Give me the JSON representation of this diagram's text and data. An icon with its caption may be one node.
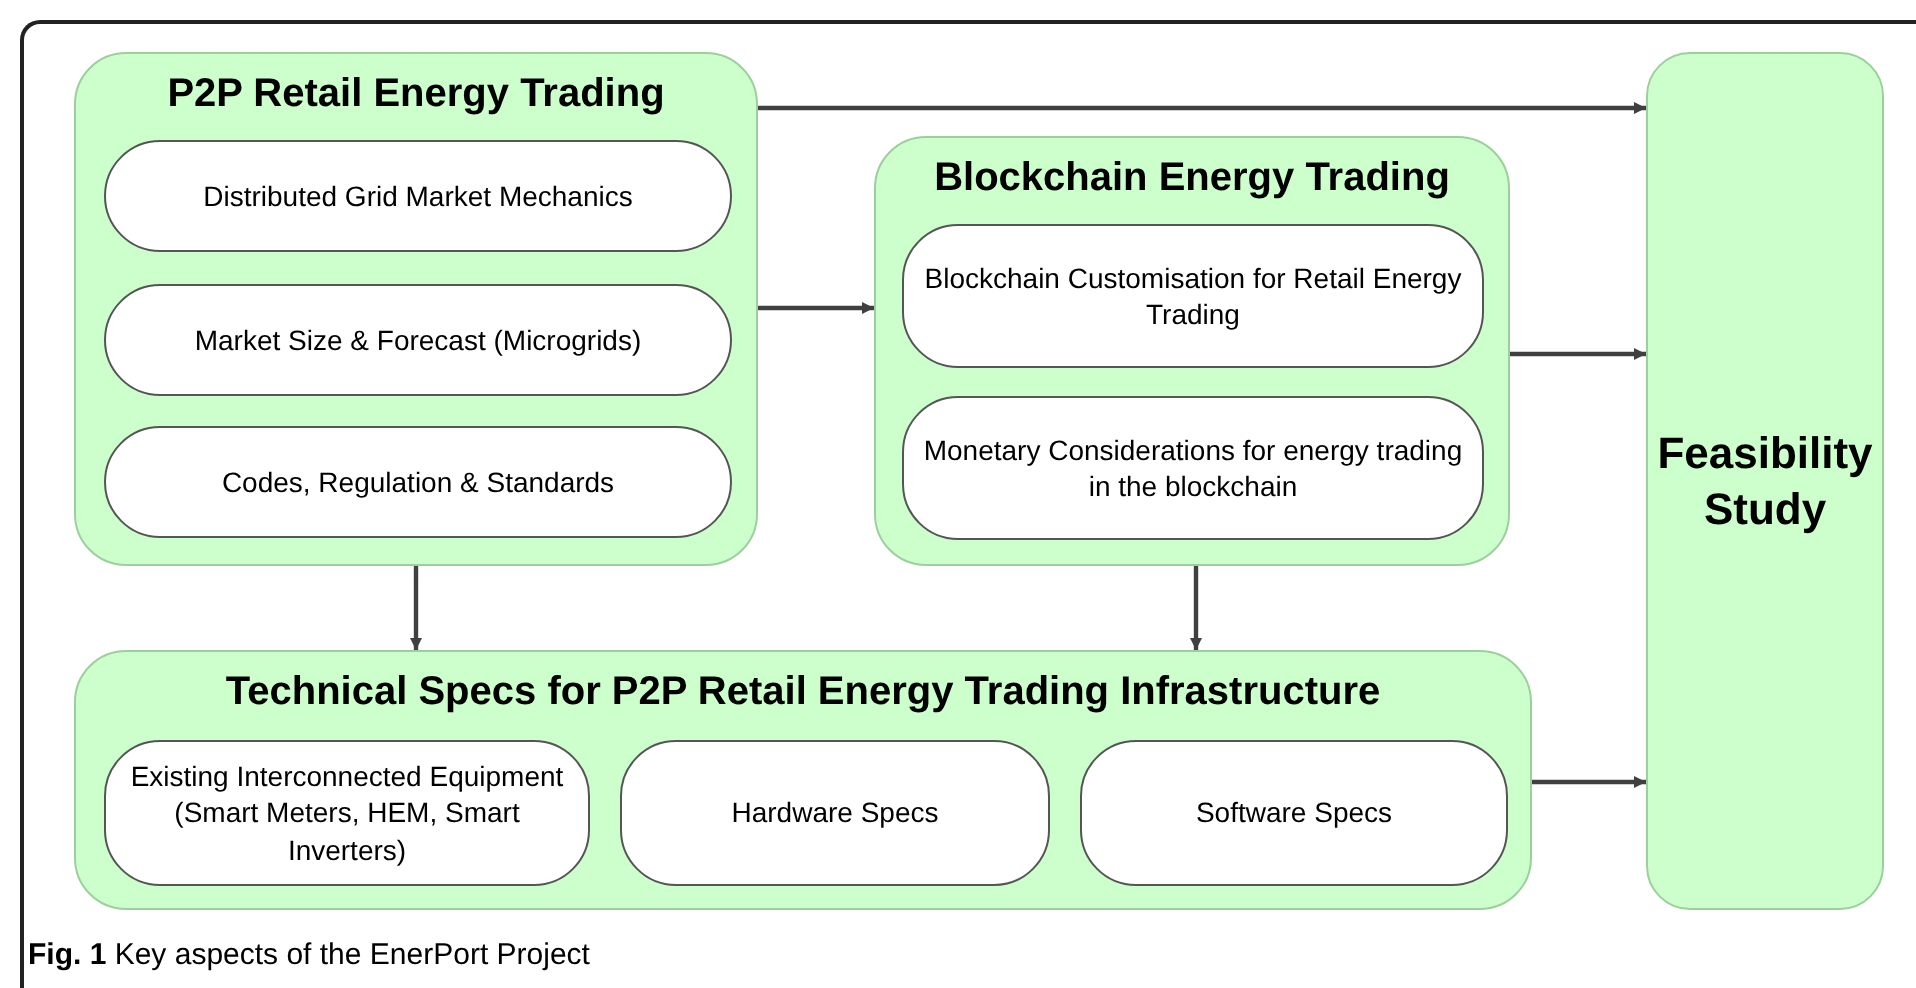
{
  "diagram": {
    "caption": "**Fig. 1** Key aspects of the EnerPort Project",
    "nodes": [
      {
        "text": [
          "P2P Retail Energy Trading"
        ]
      },
      {
        "text": [
          "Distributed Grid Market Mechanics"
        ],
        "in": 0
      },
      {
        "text": [
          "Market Size & Forecast (Microgrids)"
        ],
        "in": 0
      },
      {
        "text": [
          "Codes, Regulation & Standards"
        ],
        "in": 0
      },
      {
        "text": [
          "Blockchain Energy Trading"
        ]
      },
      {
        "text": [
          "Blockchain Customisation for Retail Energy Trading"
        ],
        "in": 4
      },
      {
        "text": [
          "Monetary Considerations for energy trading in the blockchain"
        ],
        "in": 4
      },
      {
        "text": [
          "Technical Specs for P2P Retail Energy Trading Infrastructure"
        ]
      },
      {
        "text": [
          "Existing Interconnected Equipment (Smart Meters, HEM, Smart Inverters)"
        ],
        "in": 7
      },
      {
        "text": [
          "Hardware Specs"
        ],
        "in": 7
      },
      {
        "text": [
          "Software Specs"
        ],
        "in": 7
      },
      {
        "text": [
          "Feasibility Study"
        ]
      }
    ],
    "edges": [
      {
        "from": 0,
        "to": 11,
        "arrow": "to"
      },
      {
        "from": 0,
        "to": 4,
        "arrow": "to"
      },
      {
        "from": 4,
        "to": 11,
        "arrow": "to"
      },
      {
        "from": 0,
        "to": 7,
        "arrow": "to"
      },
      {
        "from": 4,
        "to": 7,
        "arrow": "to"
      },
      {
        "from": 7,
        "to": 11,
        "arrow": "to"
      }
    ]
  }
}
